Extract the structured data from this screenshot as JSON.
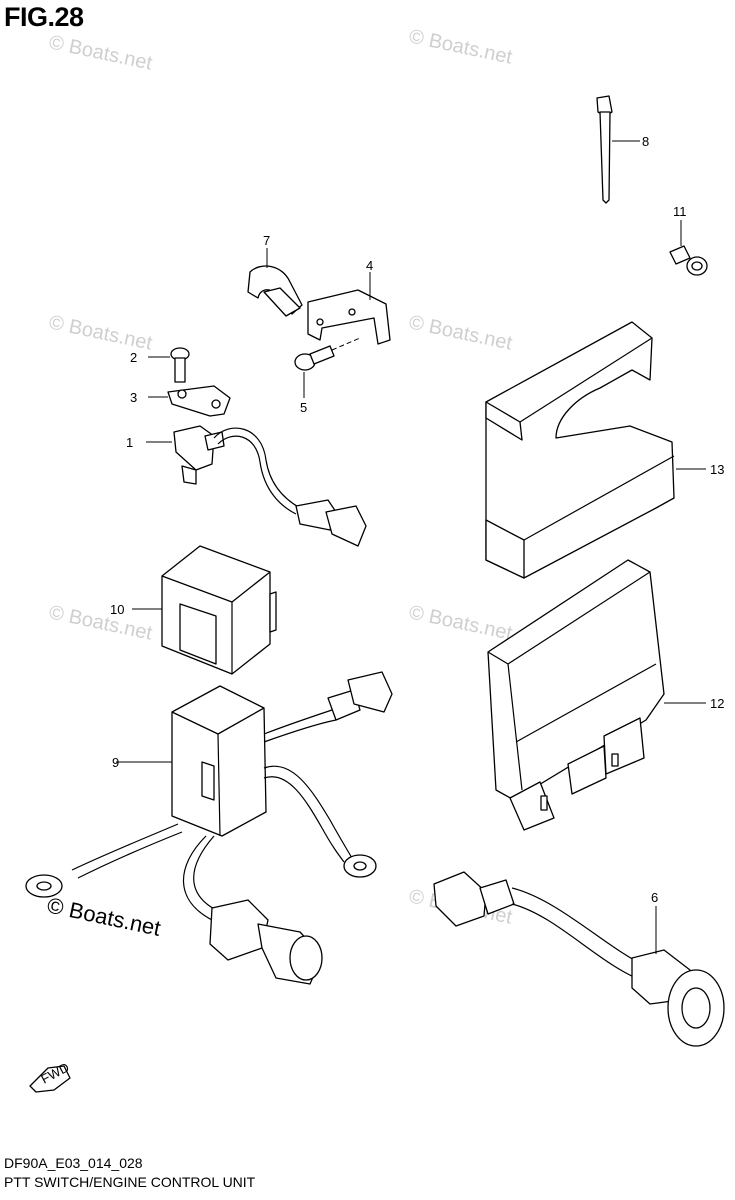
{
  "figure": {
    "title": "FIG.28",
    "code": "DF90A_E03_014_028",
    "description": "PTT SWITCH/ENGINE CONTROL UNIT"
  },
  "watermark": {
    "text": "© Boats.net",
    "prominent_text": "© Boats.net",
    "color": "#cfcfcf"
  },
  "fwd_arrow": {
    "label": "FWD"
  },
  "callouts": [
    {
      "number": "1",
      "part": "ptt-switch"
    },
    {
      "number": "2",
      "part": "screw"
    },
    {
      "number": "3",
      "part": "switch-plate"
    },
    {
      "number": "4",
      "part": "bracket"
    },
    {
      "number": "5",
      "part": "bolt"
    },
    {
      "number": "6",
      "part": "harness-grommet"
    },
    {
      "number": "7",
      "part": "clamp"
    },
    {
      "number": "8",
      "part": "cable-tie"
    },
    {
      "number": "9",
      "part": "relay-harness"
    },
    {
      "number": "10",
      "part": "relay-cover"
    },
    {
      "number": "11",
      "part": "bolt-small"
    },
    {
      "number": "12",
      "part": "engine-control-unit"
    },
    {
      "number": "13",
      "part": "ecu-cushion"
    }
  ]
}
